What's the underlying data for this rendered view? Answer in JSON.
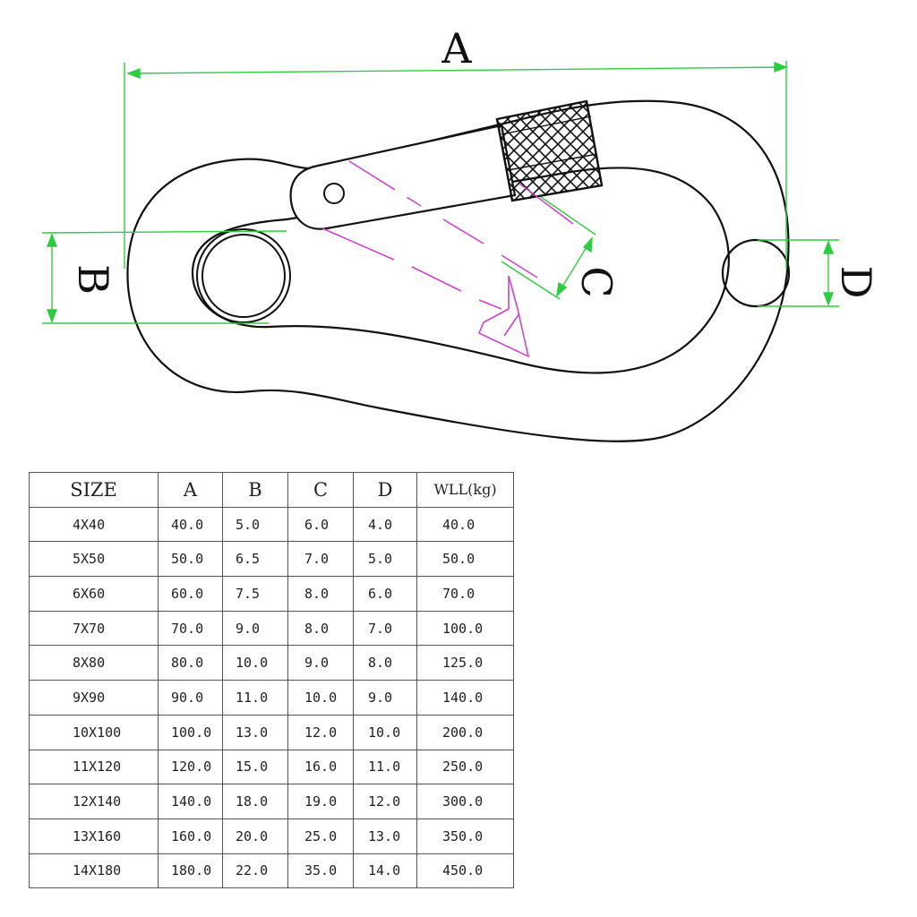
{
  "diagram": {
    "labels": {
      "a": "A",
      "b": "B",
      "c": "C",
      "d": "D"
    },
    "colors": {
      "outline": "#111111",
      "dimension": "#2ecc40",
      "hidden_line": "#cc44cc"
    }
  },
  "table": {
    "headers": [
      "SIZE",
      "A",
      "B",
      "C",
      "D",
      "WLL(kg)"
    ],
    "rows": [
      [
        "4X40",
        "40.0",
        "5.0",
        "6.0",
        "4.0",
        "40.0"
      ],
      [
        "5X50",
        "50.0",
        "6.5",
        "7.0",
        "5.0",
        "50.0"
      ],
      [
        "6X60",
        "60.0",
        "7.5",
        "8.0",
        "6.0",
        "70.0"
      ],
      [
        "7X70",
        "70.0",
        "9.0",
        "8.0",
        "7.0",
        "100.0"
      ],
      [
        "8X80",
        "80.0",
        "10.0",
        "9.0",
        "8.0",
        "125.0"
      ],
      [
        "9X90",
        "90.0",
        "11.0",
        "10.0",
        "9.0",
        "140.0"
      ],
      [
        "10X100",
        "100.0",
        "13.0",
        "12.0",
        "10.0",
        "200.0"
      ],
      [
        "11X120",
        "120.0",
        "15.0",
        "16.0",
        "11.0",
        "250.0"
      ],
      [
        "12X140",
        "140.0",
        "18.0",
        "19.0",
        "12.0",
        "300.0"
      ],
      [
        "13X160",
        "160.0",
        "20.0",
        "25.0",
        "13.0",
        "350.0"
      ],
      [
        "14X180",
        "180.0",
        "22.0",
        "35.0",
        "14.0",
        "450.0"
      ]
    ]
  }
}
